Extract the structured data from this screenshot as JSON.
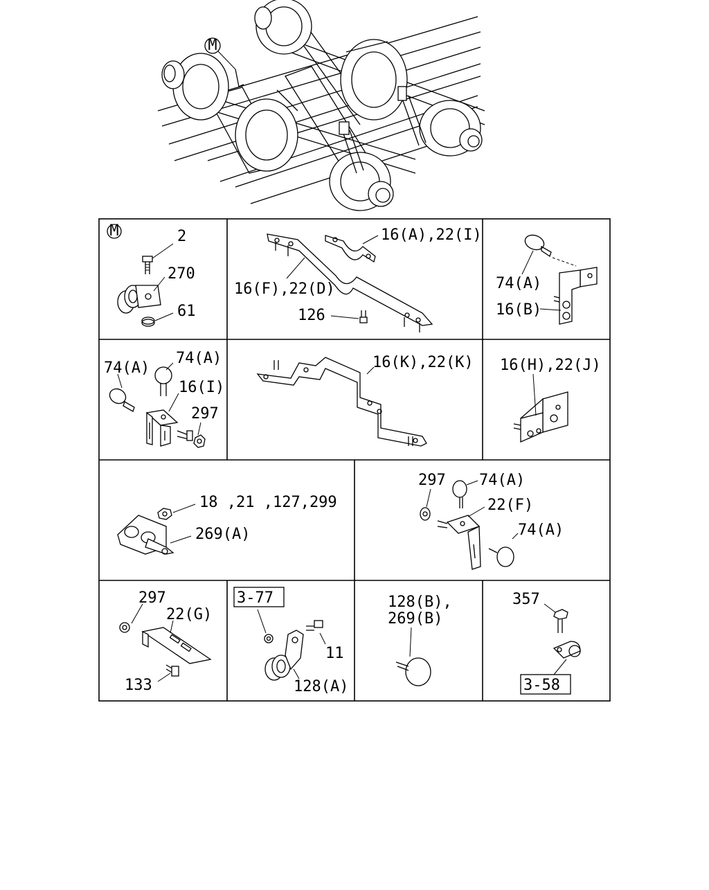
{
  "overview": {
    "callout": "M"
  },
  "cells": {
    "m_clamp": {
      "marker": "M",
      "labels": [
        "2",
        "270",
        "61"
      ]
    },
    "long_bracket": {
      "labels": [
        "16(A),22(I)",
        "16(F),22(D)",
        "126"
      ]
    },
    "bent_bracket_b": {
      "labels": [
        "74(A)",
        "16(B)"
      ]
    },
    "bracket_i": {
      "labels": [
        "74(A)",
        "74(A)",
        "16(I)",
        "297"
      ]
    },
    "offset_bracket_k": {
      "labels": [
        "16(K),22(K)"
      ]
    },
    "angle_bracket_h": {
      "labels": [
        "16(H),22(J)"
      ]
    },
    "rubber_mount": {
      "labels": [
        "18 ,21 ,127,299",
        "269(A)"
      ]
    },
    "bracket_f": {
      "labels": [
        "297",
        "74(A)",
        "22(F)",
        "74(A)"
      ]
    },
    "slotted_bracket_g": {
      "labels": [
        "297",
        "22(G)",
        "133"
      ]
    },
    "clip_128a": {
      "ref_box": "3-77",
      "labels": [
        "11",
        "128(A)"
      ]
    },
    "clamp_128b": {
      "labels": [
        "128(B),",
        "269(B)"
      ]
    },
    "clip_357": {
      "labels": [
        "357"
      ],
      "ref_box": "3-58"
    }
  }
}
